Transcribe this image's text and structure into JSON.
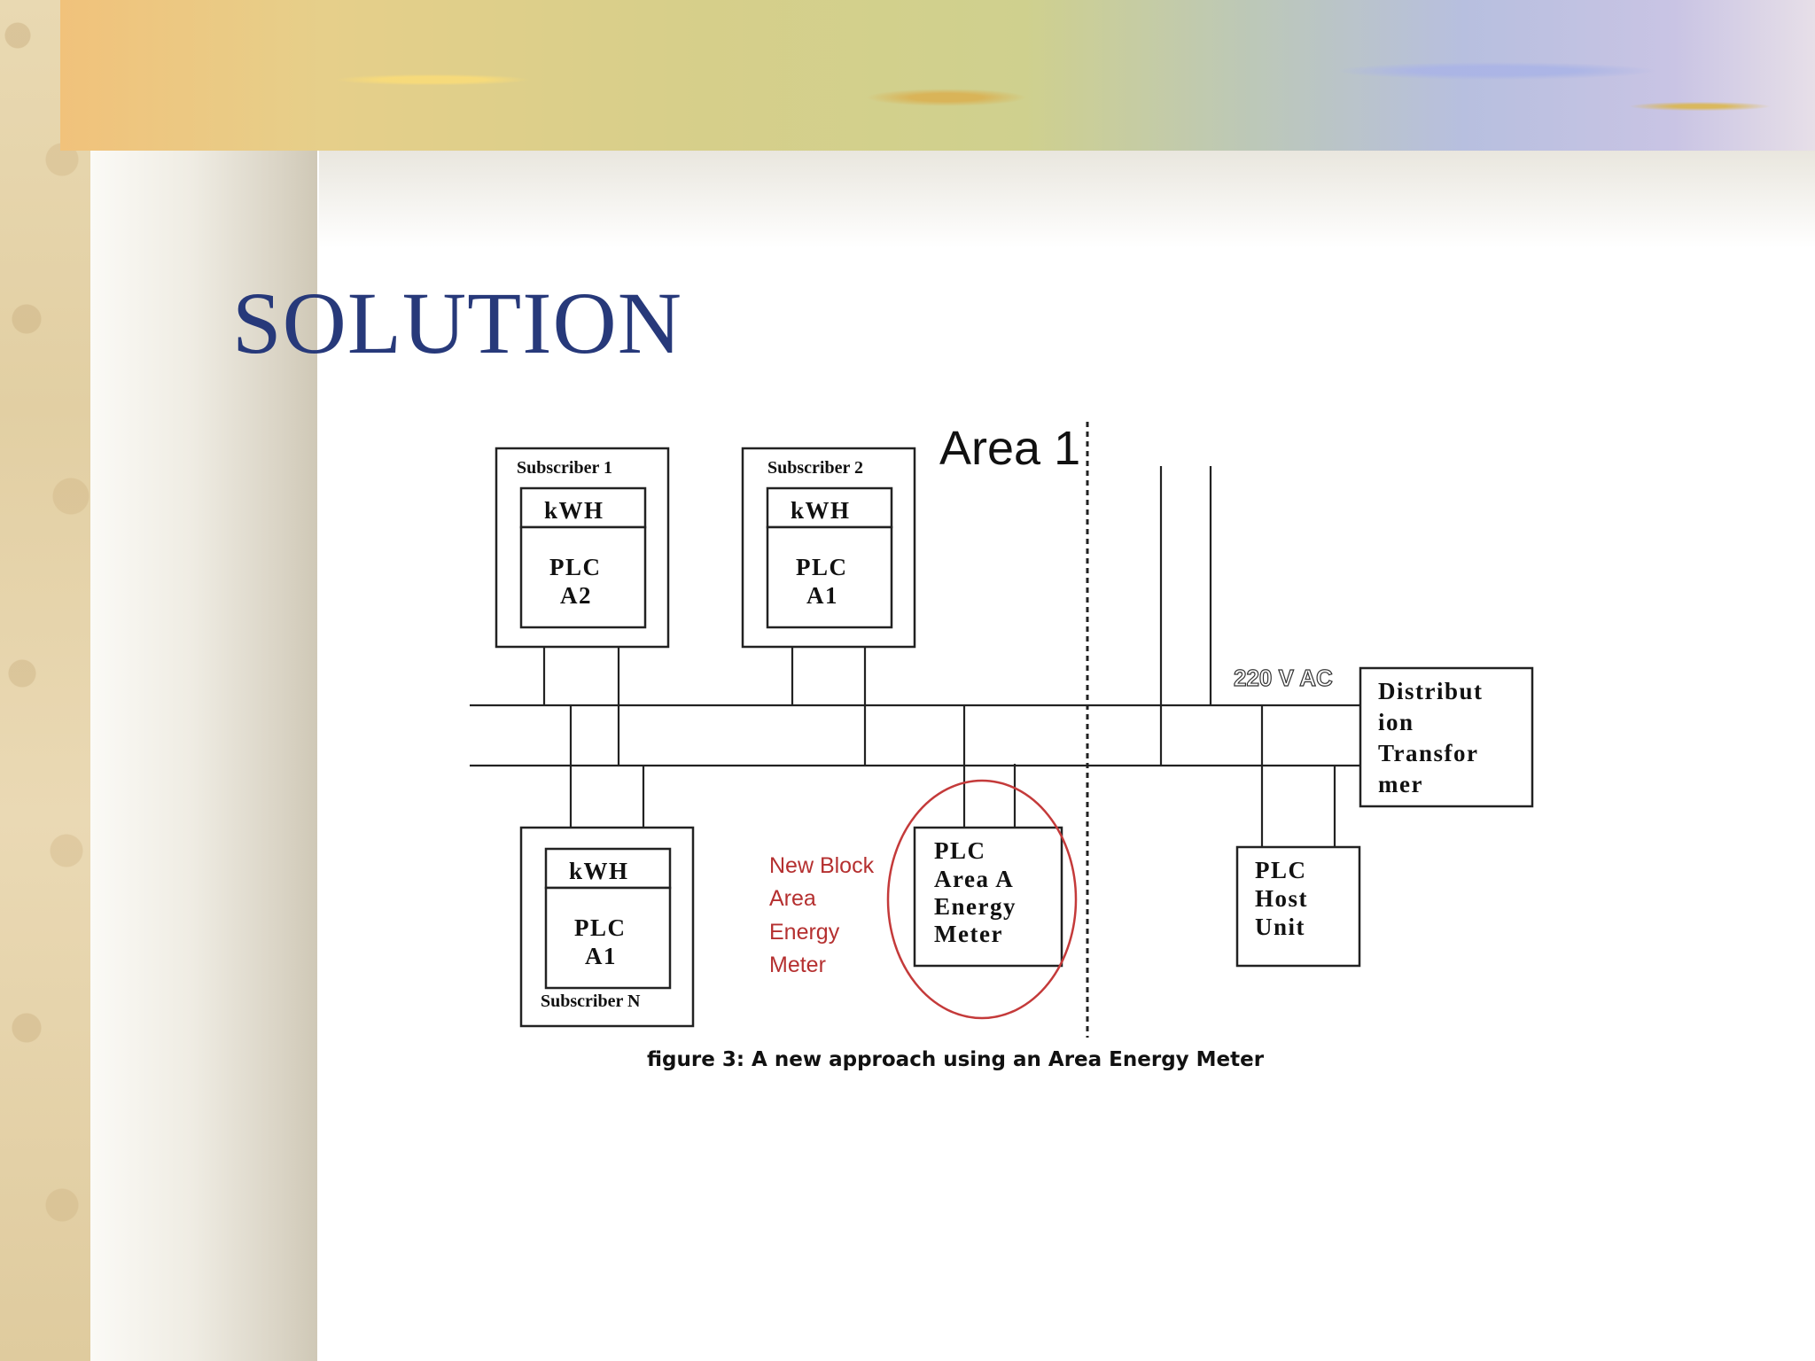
{
  "slide": {
    "title": "SOLUTION"
  },
  "diagram": {
    "area_label": "Area 1",
    "voltage_label": "220 V AC",
    "subscriber1": {
      "name": "Subscriber 1",
      "meter": "kWH",
      "plc_line1": "PLC",
      "plc_line2": "A2"
    },
    "subscriber2": {
      "name": "Subscriber 2",
      "meter": "kWH",
      "plc_line1": "PLC",
      "plc_line2": "A1"
    },
    "subscriberN": {
      "name": "Subscriber  N",
      "meter": "kWH",
      "plc_line1": "PLC",
      "plc_line2": "A1"
    },
    "transformer": {
      "line1": "Distribut",
      "line2": "ion",
      "line3": "Transfor",
      "line4": "mer"
    },
    "area_meter": {
      "line1": "PLC",
      "line2": "Area A",
      "line3": "Energy",
      "line4": "Meter"
    },
    "host_unit": {
      "line1": "PLC",
      "line2": "Host",
      "line3": "Unit"
    },
    "new_block_note": {
      "line1": "New Block",
      "line2": "Area",
      "line3": "Energy",
      "line4": "Meter"
    },
    "caption": "figure 3: A new approach using an Area Energy Meter",
    "colors": {
      "note_red": "#b53030",
      "title_blue": "#27397a"
    }
  }
}
